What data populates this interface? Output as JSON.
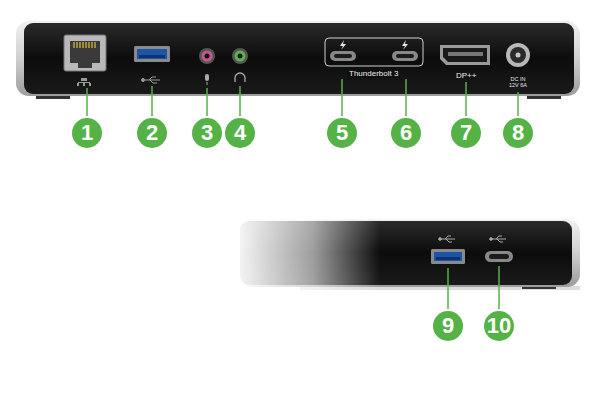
{
  "diagram": {
    "labels": [
      "Thunderbolt 3",
      "DP++",
      "DC IN 12V 6A",
      "1",
      "2",
      "3",
      "4",
      "5",
      "6",
      "7",
      "8",
      "9",
      "10"
    ]
  }
}
